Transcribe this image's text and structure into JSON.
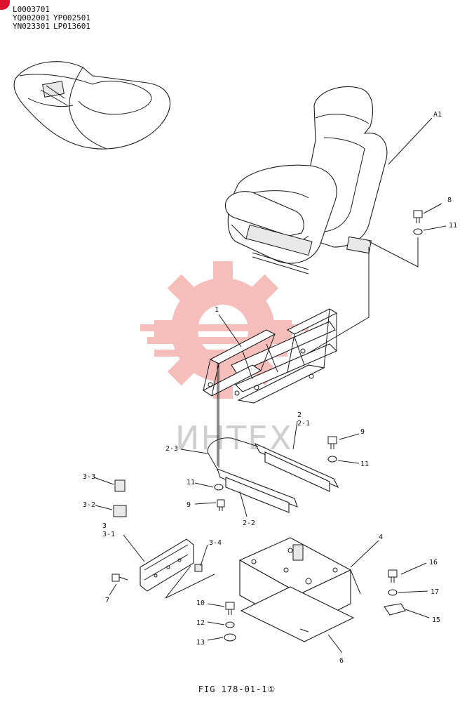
{
  "header_codes": [
    [
      "L0003701",
      ""
    ],
    [
      "YQ002001",
      "YP002501"
    ],
    [
      "YN023301",
      "LP013601"
    ]
  ],
  "watermark_text": "ИНТЕХ",
  "figure_caption": "FIG 178-01-1①",
  "colors": {
    "watermark_red": "#e8463f",
    "corner_mark": "#d9112b",
    "line": "#1a1a1a"
  },
  "icons": [
    "seat-assembly-icon",
    "gear-watermark-icon",
    "overview-seat-icon"
  ],
  "callouts": {
    "A1": "A1",
    "c1": "1",
    "c2": "2",
    "c2_1": "2-1",
    "c2_2": "2-2",
    "c2_3": "2-3",
    "c3": "3",
    "c3_1": "3-1",
    "c3_2": "3-2",
    "c3_3": "3-3",
    "c3_4": "3-4",
    "c4": "4",
    "c6": "6",
    "c7": "7",
    "c8": "8",
    "c9a": "9",
    "c9b": "9",
    "c10": "10",
    "c11a": "11",
    "c11b": "11",
    "c11c": "11",
    "c12": "12",
    "c13": "13",
    "c15": "15",
    "c16": "16",
    "c17": "17"
  }
}
